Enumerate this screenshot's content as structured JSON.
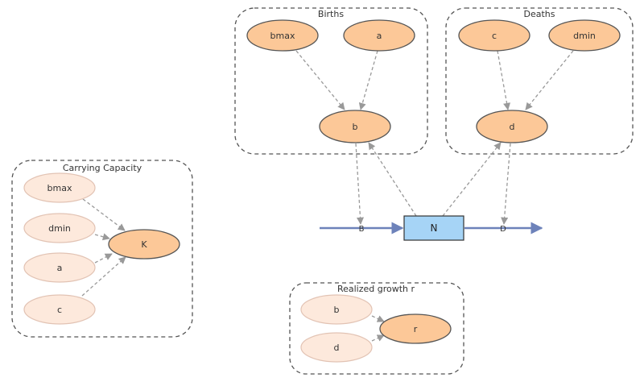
{
  "colors": {
    "node_fill": "#fcc898",
    "node_stroke": "#555555",
    "ghost_fill": "#fde9dc",
    "ghost_stroke": "#e2c3b4",
    "stock_fill": "#a6d4f6",
    "stock_stroke": "#333333",
    "flow_color": "#6d82ba",
    "link_color": "#999999",
    "group_border": "#555555"
  },
  "groups": {
    "births": "Births",
    "deaths": "Deaths",
    "carrying": "Carrying Capacity",
    "growth": "Realized growth r"
  },
  "nodes": {
    "bmax": "bmax",
    "a": "a",
    "b": "b",
    "c": "c",
    "dmin": "dmin",
    "d": "d",
    "K": "K",
    "r": "r"
  },
  "ghosts": {
    "bmax": "bmax",
    "dmin": "dmin",
    "a": "a",
    "c": "c",
    "b": "b",
    "d": "d"
  },
  "stock": {
    "N": "N"
  },
  "flows": {
    "B": "B",
    "D": "D"
  }
}
